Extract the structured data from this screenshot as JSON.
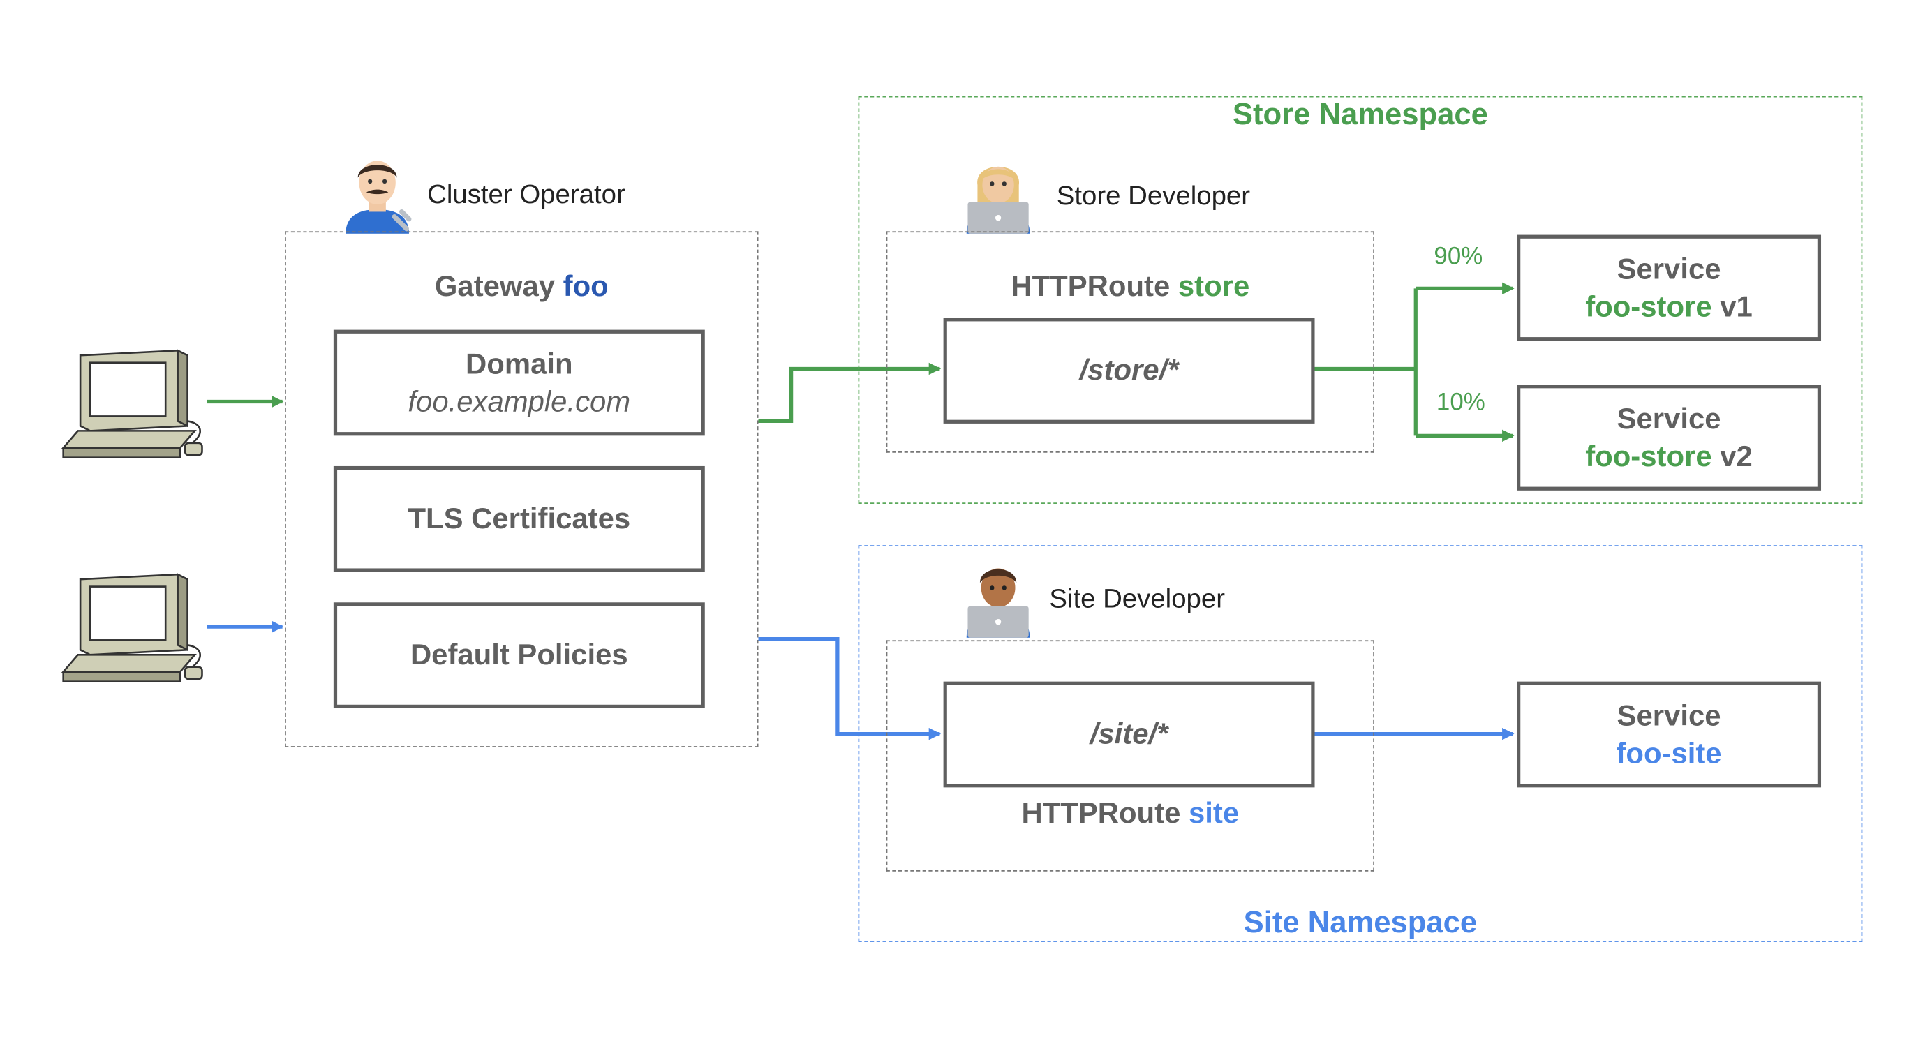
{
  "colors": {
    "green": "#4a9e4f",
    "blue": "#4a86e8",
    "navy": "#2a58b0",
    "grey": "#5f5f5f"
  },
  "icons": {
    "client_top": "desktop-computer-icon",
    "client_bottom": "desktop-computer-icon",
    "cluster_operator": "mechanic-emoji-icon",
    "store_developer": "technologist-emoji-icon",
    "site_developer": "technologist-emoji-icon"
  },
  "store_namespace": {
    "title": "Store Namespace"
  },
  "site_namespace": {
    "title": "Site Namespace"
  },
  "cluster_operator": {
    "label": "Cluster Operator"
  },
  "gateway": {
    "prefix": "Gateway",
    "name": "foo",
    "domain": {
      "title": "Domain",
      "value": "foo.example.com"
    },
    "tls": {
      "label": "TLS Certificates"
    },
    "policies": {
      "label": "Default Policies"
    }
  },
  "store_developer": {
    "label": "Store Developer"
  },
  "store_route": {
    "prefix": "HTTPRoute",
    "name": "store",
    "path": "/store/*"
  },
  "split": {
    "v1_weight": "90%",
    "v2_weight": "10%"
  },
  "service_store_v1": {
    "prefix": "Service",
    "name": "foo-store",
    "version": "v1"
  },
  "service_store_v2": {
    "prefix": "Service",
    "name": "foo-store",
    "version": "v2"
  },
  "site_developer": {
    "label": "Site Developer"
  },
  "site_route": {
    "prefix": "HTTPRoute",
    "name": "site",
    "path": "/site/*"
  },
  "service_site": {
    "prefix": "Service",
    "name": "foo-site"
  }
}
